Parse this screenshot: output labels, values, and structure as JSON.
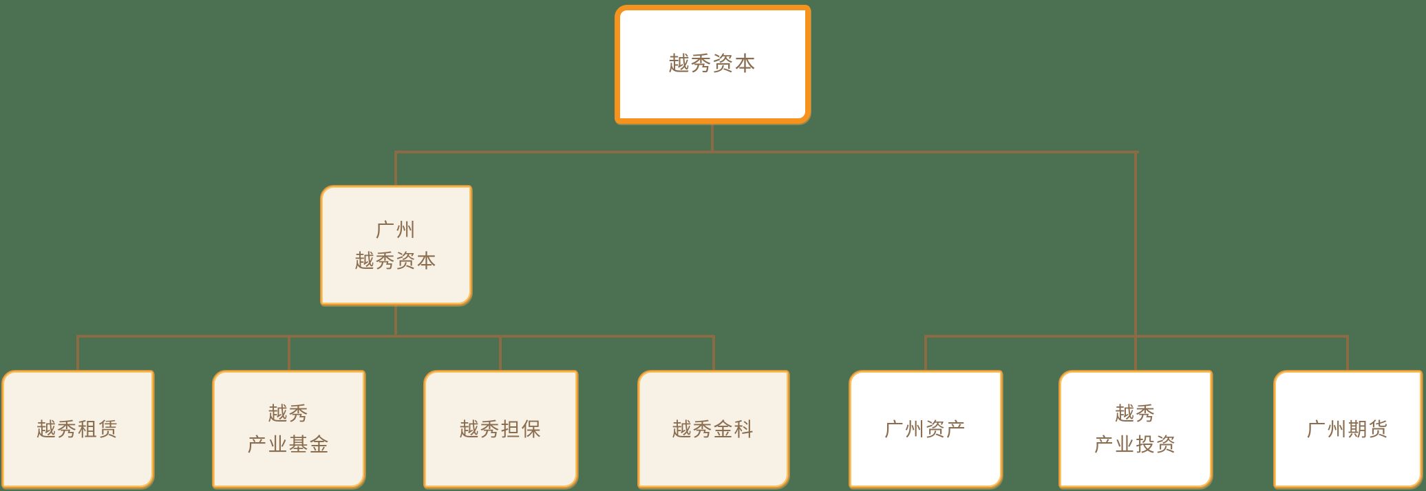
{
  "diagram": {
    "type": "org-chart",
    "background_color": "#4B7052",
    "colors": {
      "root_border": "#F6921E",
      "child_border_outer": "#E2973B",
      "child_border_inner": "#F9C45F",
      "cream_fill": "#F7F1E6",
      "white_fill": "#FFFFFF",
      "connector_line": "#8A6B44",
      "text": "#8A6C4F"
    },
    "nodes": {
      "root": {
        "label": "越秀资本",
        "level": 1
      },
      "gz_yuexiu_capital": {
        "line1": "广州",
        "line2": "越秀资本",
        "level": 2,
        "parent": "越秀资本"
      },
      "yuexiu_leasing": {
        "label": "越秀租赁",
        "level": 3,
        "parent": "广州越秀资本"
      },
      "yuexiu_industry_fund": {
        "line1": "越秀",
        "line2": "产业基金",
        "level": 3,
        "parent": "广州越秀资本"
      },
      "yuexiu_guarantee": {
        "label": "越秀担保",
        "level": 3,
        "parent": "广州越秀资本"
      },
      "yuexiu_fintech": {
        "label": "越秀金科",
        "level": 3,
        "parent": "广州越秀资本"
      },
      "gz_asset": {
        "label": "广州资产",
        "level": 3,
        "parent": "越秀资本"
      },
      "yuexiu_industry_investment": {
        "line1": "越秀",
        "line2": "产业投资",
        "level": 3,
        "parent": "越秀资本"
      },
      "gz_futures": {
        "label": "广州期货",
        "level": 3,
        "parent": "越秀资本"
      }
    }
  }
}
